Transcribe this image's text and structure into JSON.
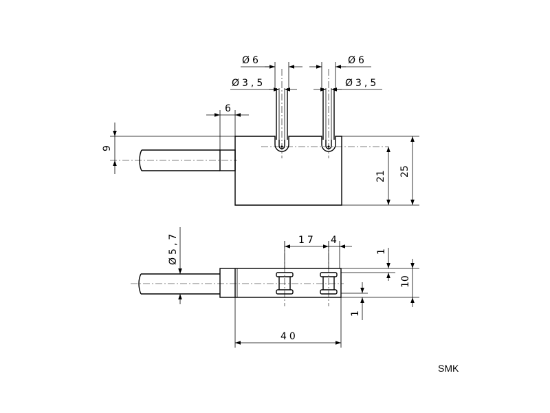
{
  "label": "SMK",
  "dimensions": {
    "top_view": {
      "left_outer_dia": "Ø6",
      "left_inner_dia": "Ø3,5",
      "right_outer_dia": "Ø6",
      "right_inner_dia": "Ø3,5",
      "step_width": "6",
      "cable_height": "9",
      "hole_depth": "21",
      "total_height": "25"
    },
    "bottom_view": {
      "cable_dia": "Ø5,7",
      "hole_spacing": "17",
      "hole_width": "4",
      "offset_top": "1",
      "offset_bottom": "1",
      "body_height": "10",
      "body_length": "40"
    }
  }
}
